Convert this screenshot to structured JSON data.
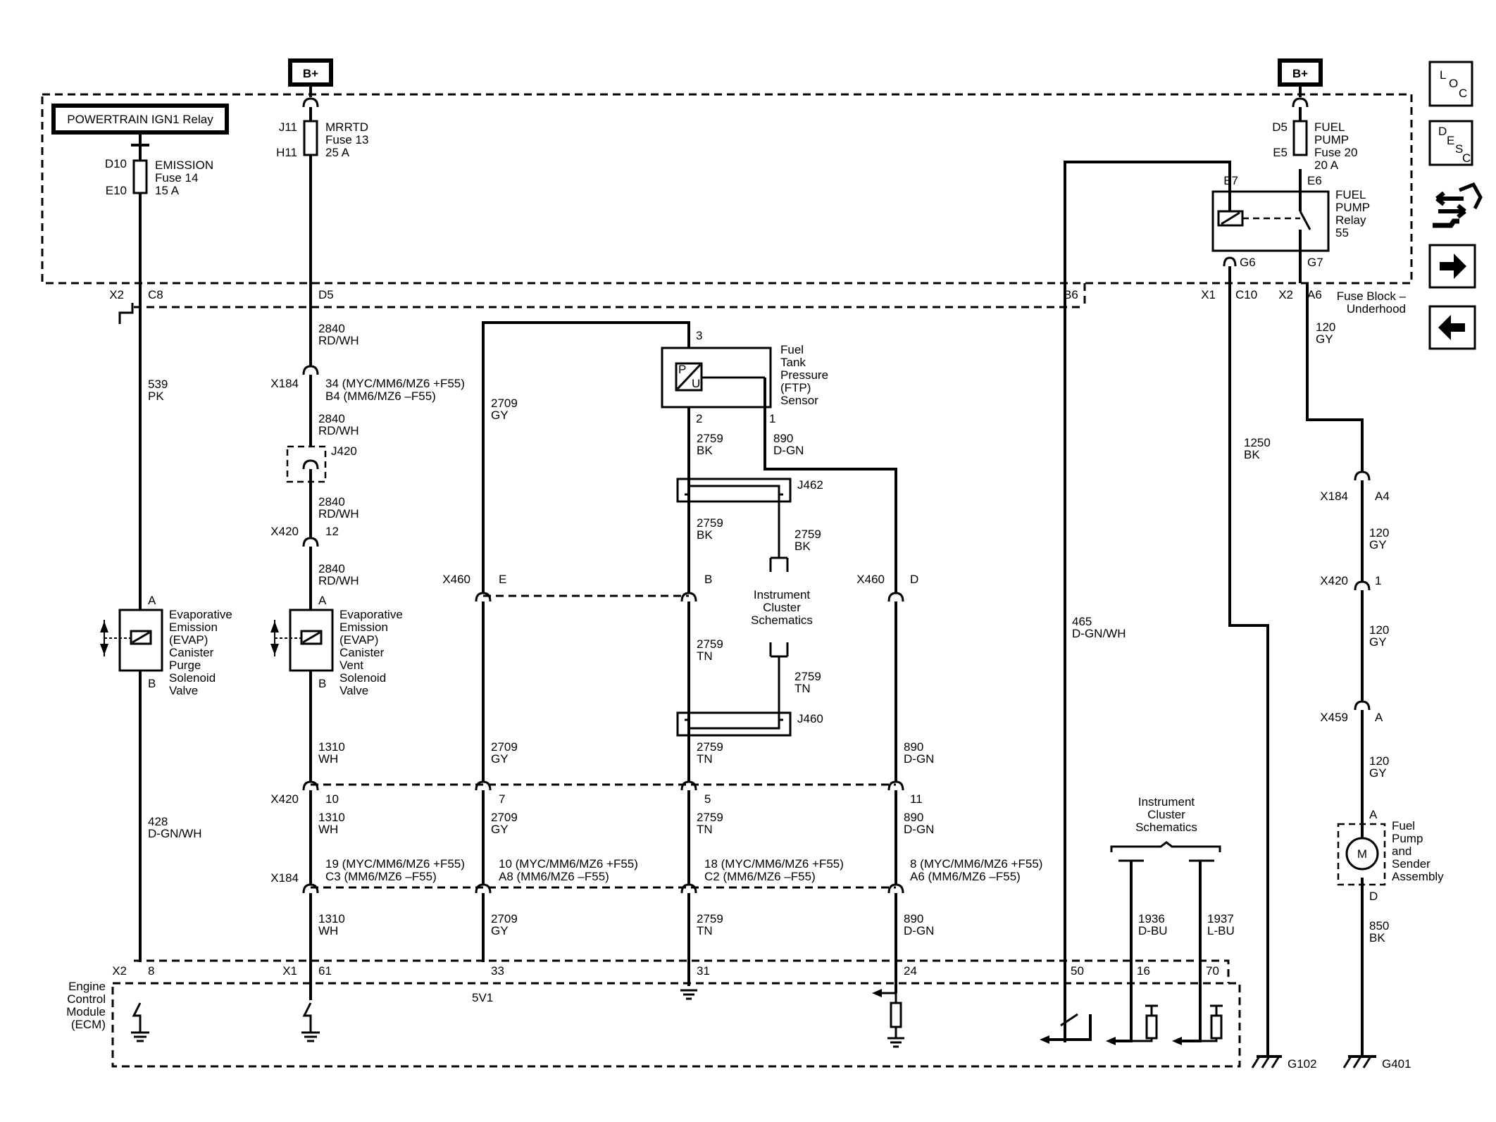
{
  "battery": {
    "left": "B+",
    "right": "B+"
  },
  "nav": {
    "loc": {
      "l1": "L",
      "l2": "O",
      "l3": "C"
    },
    "desc": {
      "l1": "D",
      "l2": "E",
      "l3": "S",
      "l4": "C"
    }
  },
  "underhood": {
    "ign1_relay": "POWERTRAIN IGN1 Relay",
    "emission_fuse": {
      "top": "D10",
      "bottom": "E10",
      "l1": "EMISSION",
      "l2": "Fuse 14",
      "l3": "15 A"
    },
    "mrrtd_fuse": {
      "top": "J11",
      "bottom": "H11",
      "l1": "MRRTD",
      "l2": "Fuse 13",
      "l3": "25 A"
    },
    "fuel_pump_fuse": {
      "top": "D5",
      "bottom": "E5",
      "l1": "FUEL",
      "l2": "PUMP",
      "l3": "Fuse 20",
      "l4": "20 A"
    },
    "fuel_pump_relay": {
      "e7": "E7",
      "e6": "E6",
      "g6": "G6",
      "g7": "G7",
      "l1": "FUEL",
      "l2": "PUMP",
      "l3": "Relay",
      "l4": "55"
    },
    "label_l1": "Fuse Block –",
    "label_l2": "Underhood",
    "connectors": {
      "x2": "X2",
      "c8": "C8",
      "d5": "D5",
      "b6": "B6",
      "x1": "X1",
      "c10": "C10",
      "x2b": "X2",
      "a6": "A6"
    }
  },
  "wires": {
    "w539": {
      "n": "539",
      "c": "PK"
    },
    "w428": {
      "n": "428",
      "c": "D-GN/WH"
    },
    "w2840a": {
      "n": "2840",
      "c": "RD/WH"
    },
    "w2840b": {
      "n": "2840",
      "c": "RD/WH"
    },
    "w2840c": {
      "n": "2840",
      "c": "RD/WH"
    },
    "w2840d": {
      "n": "2840",
      "c": "RD/WH"
    },
    "w1310a": {
      "n": "1310",
      "c": "WH"
    },
    "w1310b": {
      "n": "1310",
      "c": "WH"
    },
    "w1310c": {
      "n": "1310",
      "c": "WH"
    },
    "w2709a": {
      "n": "2709",
      "c": "GY"
    },
    "w2709b": {
      "n": "2709",
      "c": "GY"
    },
    "w2709c": {
      "n": "2709",
      "c": "GY"
    },
    "w2709d": {
      "n": "2709",
      "c": "GY"
    },
    "w2759a": {
      "n": "2759",
      "c": "BK"
    },
    "w2759b": {
      "n": "2759",
      "c": "BK"
    },
    "w2759c": {
      "n": "2759",
      "c": "BK"
    },
    "w2759d": {
      "n": "2759",
      "c": "TN"
    },
    "w2759e": {
      "n": "2759",
      "c": "TN"
    },
    "w2759f": {
      "n": "2759",
      "c": "TN"
    },
    "w2759g": {
      "n": "2759",
      "c": "TN"
    },
    "w2759h": {
      "n": "2759",
      "c": "TN"
    },
    "w890a": {
      "n": "890",
      "c": "D-GN"
    },
    "w890b": {
      "n": "890",
      "c": "D-GN"
    },
    "w890c": {
      "n": "890",
      "c": "D-GN"
    },
    "w890d": {
      "n": "890",
      "c": "D-GN"
    },
    "w465": {
      "n": "465",
      "c": "D-GN/WH"
    },
    "w1250": {
      "n": "1250",
      "c": "BK"
    },
    "w1936": {
      "n": "1936",
      "c": "D-BU"
    },
    "w1937": {
      "n": "1937",
      "c": "L-BU"
    },
    "w120a": {
      "n": "120",
      "c": "GY"
    },
    "w120b": {
      "n": "120",
      "c": "GY"
    },
    "w120c": {
      "n": "120",
      "c": "GY"
    },
    "w120d": {
      "n": "120",
      "c": "GY"
    },
    "w850": {
      "n": "850",
      "c": "BK"
    }
  },
  "inline": {
    "x184": "X184",
    "x184_pins_a": {
      "l1": "34 (MYC/MM6/MZ6 +F55)",
      "l2": "B4 (MM6/MZ6 –F55)"
    },
    "j420": "J420",
    "x420": "X420",
    "x420_pin_a": "12",
    "x460_left": "X460",
    "x460_left_pin": "E",
    "x460_mid_pin": "B",
    "x460_right": "X460",
    "x460_right_pin": "D",
    "x420_row": {
      "label": "X420",
      "p1": "10",
      "p2": "7",
      "p3": "5",
      "p4": "11"
    },
    "x184_row": {
      "label": "X184",
      "p1a": "19 (MYC/MM6/MZ6 +F55)",
      "p1b": "C3 (MM6/MZ6 –F55)",
      "p2a": "10 (MYC/MM6/MZ6 +F55)",
      "p2b": "A8 (MM6/MZ6 –F55)",
      "p3a": "18 (MYC/MM6/MZ6 +F55)",
      "p3b": "C2 (MM6/MZ6 –F55)",
      "p4a": "8 (MYC/MM6/MZ6 +F55)",
      "p4b": "A6 (MM6/MZ6 –F55)"
    },
    "x184_right": "X184",
    "x184_right_pin": "A4",
    "x420_right": "X420",
    "x420_right_pin": "1",
    "x459": "X459",
    "x459_pin": "A",
    "j462": "J462",
    "j460": "J460"
  },
  "components": {
    "purge": {
      "a": "A",
      "b": "B",
      "l1": "Evaporative",
      "l2": "Emission",
      "l3": "(EVAP)",
      "l4": "Canister",
      "l5": "Purge",
      "l6": "Solenoid",
      "l7": "Valve"
    },
    "vent": {
      "a": "A",
      "b": "B",
      "l1": "Evaporative",
      "l2": "Emission",
      "l3": "(EVAP)",
      "l4": "Canister",
      "l5": "Vent",
      "l6": "Solenoid",
      "l7": "Valve"
    },
    "ftp": {
      "pin3": "3",
      "pin2": "2",
      "pin1": "1",
      "p": "P",
      "u": "U",
      "l1": "Fuel",
      "l2": "Tank",
      "l3": "Pressure",
      "l4": "(FTP)",
      "l5": "Sensor"
    },
    "ic_ref1": {
      "l1": "Instrument",
      "l2": "Cluster",
      "l3": "Schematics"
    },
    "ic_ref2": {
      "l1": "Instrument",
      "l2": "Cluster",
      "l3": "Schematics"
    },
    "pump": {
      "a": "A",
      "d": "D",
      "m": "M",
      "l1": "Fuel",
      "l2": "Pump",
      "l3": "and",
      "l4": "Sender",
      "l5": "Assembly"
    }
  },
  "ecm": {
    "l1": "Engine",
    "l2": "Control",
    "l3": "Module",
    "l4": "(ECM)",
    "x2": "X2",
    "x1": "X1",
    "pins": {
      "p8": "8",
      "p61": "61",
      "p33": "33",
      "p31": "31",
      "p24": "24",
      "p50": "50",
      "p16": "16",
      "p70": "70"
    },
    "ref_5v": "5V1"
  },
  "grounds": {
    "g102": "G102",
    "g401": "G401"
  }
}
